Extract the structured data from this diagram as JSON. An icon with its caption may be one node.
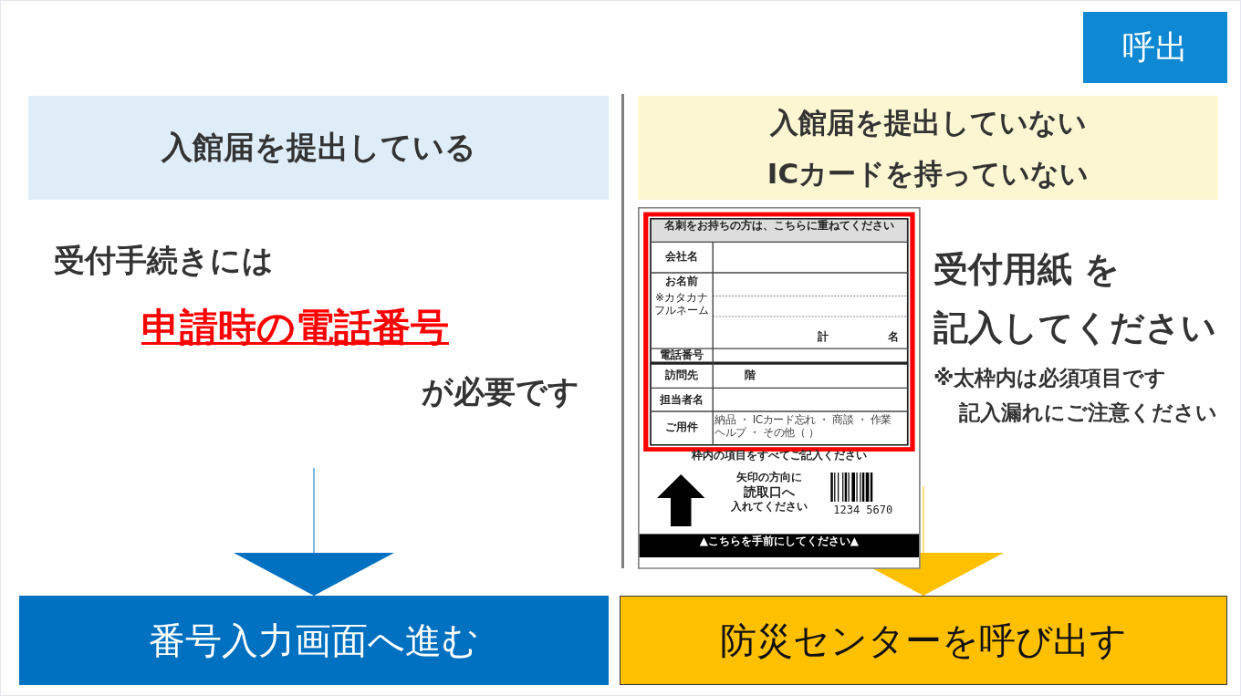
{
  "diagram": {
    "nodes": [
      {
        "text": [
          "呼出"
        ]
      },
      {
        "text": [
          "入館届を提出している"
        ]
      },
      {
        "text": [
          "入館届を提出していないICカードを持っていない"
        ]
      },
      {
        "text": [
          "受付手続きには",
          "申請時の電話番号",
          "が必要です"
        ]
      },
      {
        "text": [
          "**受付用紙** を記入してください",
          "※**太枠内**は必須項目です記入漏れにご注意ください"
        ]
      },
      {
        "text": [
          "番号入力画面へ進む"
        ]
      },
      {
        "text": [
          "防災センターを呼び出す"
        ]
      }
    ],
    "edges": [
      {
        "from": 3,
        "to": 5,
        "arrow": "to",
        "color": "#0070c0"
      },
      {
        "from": 4,
        "to": 6,
        "arrow": "to",
        "color": "#ffc000"
      }
    ],
    "labels": [
      "名刺をお持ちの方は、こちらに重ねてください",
      "会社名",
      "お名前",
      "※カタカナフルネーム",
      "計",
      "名",
      "電話番号",
      "訪問先",
      "階",
      "担当者名",
      "ご用件",
      "納品 ・ ICカード忘れ ・ 商談 ・ 作業ヘルプ ・ その他（ ）",
      "枠内の項目をすべてご記入ください",
      "矢印の方向に",
      "読取口へ",
      "入れてください",
      "1234 5670",
      "▲こちらを手前にしてください▲"
    ]
  }
}
